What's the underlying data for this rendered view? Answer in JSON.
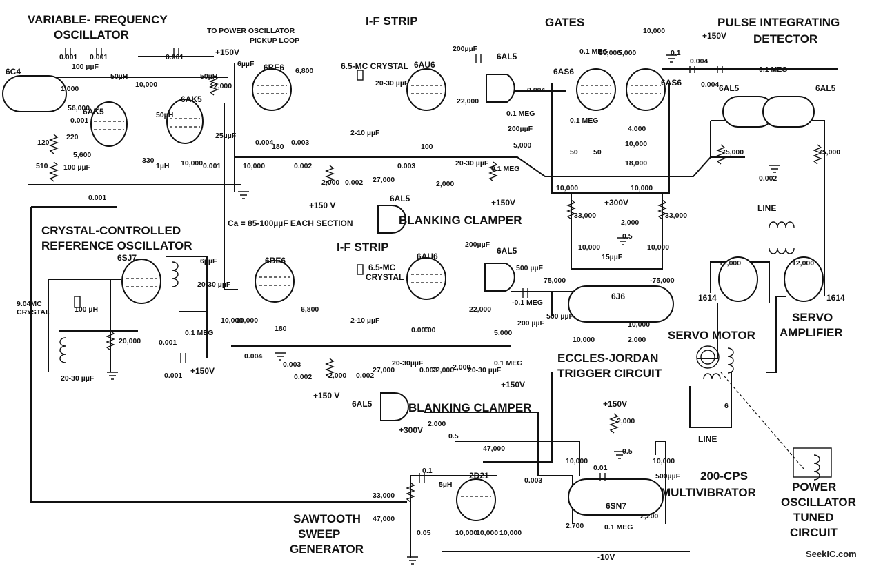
{
  "sections": {
    "vfo": "VARIABLE-FREQUENCY OSCILLATOR",
    "if_strip_1": "I-F STRIP",
    "gates": "GATES",
    "pulse_detector": "PULSE INTEGRATING DETECTOR",
    "crystal_ref": "CRYSTAL-CONTROLLED REFERENCE OSCILLATOR",
    "if_strip_2": "I-F STRIP",
    "blanking_clamper_1": "BLANKING CLAMPER",
    "blanking_clamper_2": "BLANKING CLAMPER",
    "eccles_jordan": "ECCLES-JORDAN TRIGGER CIRCUIT",
    "servo_motor": "SERVO MOTOR",
    "servo_amp": "SERVO AMPLIFIER",
    "sawtooth": "SAWTOOTH SWEEP GENERATOR",
    "multivibrator": "200-CPS MULTIVIBRATOR",
    "power_osc": "POWER OSCILLATOR TUNED CIRCUIT"
  },
  "notes": {
    "pickup": "TO POWER OSCILLATOR PICKUP LOOP",
    "ca": "Ca = 85-100µµF EACH SECTION",
    "crystal1": "6.5-MC CRYSTAL",
    "crystal2": "6.5-MC CRYSTAL",
    "ref_crystal": "9.04MC CRYSTAL",
    "line1": "LINE",
    "line2": "LINE"
  },
  "tubes": {
    "t6c4": "6C4",
    "t6ak5a": "6AK5",
    "t6ak5b": "6AK5",
    "t6be6a": "6BE6",
    "t6au6a": "6AU6",
    "t6al5a": "6AL5",
    "t6as6a": "6AS6",
    "t6as6b": "6AS6",
    "t6al5b": "6AL5",
    "t6al5c": "6AL5",
    "t6al5d": "6AL5",
    "t6sj7": "6SJ7",
    "t6be6b": "6BE6",
    "t6au6b": "6AU6",
    "t6al5e": "6AL5",
    "t6al5f": "6AL5",
    "t6j6": "6J6",
    "t1614a": "1614",
    "t1614b": "1614",
    "t2d21": "2D21",
    "t6sn7": "6SN7"
  },
  "supply": {
    "b150a": "+150V",
    "b150b": "+150V",
    "b150c": "+150 V",
    "b150d": "+150V",
    "b300a": "+300V",
    "b150e": "+150V",
    "b150f": "+150 V",
    "b150g": "+150V",
    "b300b": "+300V",
    "b150h": "+150V",
    "n10": "-10V"
  },
  "components": [
    {
      "text": "0.001"
    },
    {
      "text": "0.001"
    },
    {
      "text": "100 µµF"
    },
    {
      "text": "1,000"
    },
    {
      "text": "56,000"
    },
    {
      "text": "0.001"
    },
    {
      "text": "220"
    },
    {
      "text": "120"
    },
    {
      "text": "510"
    },
    {
      "text": "5,600"
    },
    {
      "text": "100 µµF"
    },
    {
      "text": "0.001"
    },
    {
      "text": "50µH"
    },
    {
      "text": "10,000"
    },
    {
      "text": "50µH"
    },
    {
      "text": "0.001"
    },
    {
      "text": "50µH"
    },
    {
      "text": "12,000"
    },
    {
      "text": "330"
    },
    {
      "text": "1µH"
    },
    {
      "text": "10,000"
    },
    {
      "text": "0.001"
    },
    {
      "text": "25µµF"
    },
    {
      "text": "6µµF"
    },
    {
      "text": "6,800"
    },
    {
      "text": "0.004"
    },
    {
      "text": "180"
    },
    {
      "text": "0.003"
    },
    {
      "text": "10,000"
    },
    {
      "text": "0.002"
    },
    {
      "text": "2,000"
    },
    {
      "text": "20-30 µµF"
    },
    {
      "text": "2-10 µµF"
    },
    {
      "text": "0.002"
    },
    {
      "text": "0.003"
    },
    {
      "text": "100"
    },
    {
      "text": "27,000"
    },
    {
      "text": "2,000"
    },
    {
      "text": "20-30 µµF"
    },
    {
      "text": "200µµF"
    },
    {
      "text": "22,000"
    },
    {
      "text": "0.1 MEG"
    },
    {
      "text": "200µµF"
    },
    {
      "text": "5,000"
    },
    {
      "text": "0.1 MEG"
    },
    {
      "text": "0.004"
    },
    {
      "text": "0.1 MEG"
    },
    {
      "text": "50,000"
    },
    {
      "text": "5,000"
    },
    {
      "text": "0.1 MEG"
    },
    {
      "text": "50"
    },
    {
      "text": "50"
    },
    {
      "text": "4,000"
    },
    {
      "text": "10,000"
    },
    {
      "text": "18,000"
    },
    {
      "text": "10,000"
    },
    {
      "text": "0.1"
    },
    {
      "text": "0.004"
    },
    {
      "text": "0.004"
    },
    {
      "text": "0.1 MEG"
    },
    {
      "text": "75,000"
    },
    {
      "text": "75,000"
    },
    {
      "text": "0.002"
    },
    {
      "text": "10,000"
    },
    {
      "text": "10,000"
    },
    {
      "text": "33,000"
    },
    {
      "text": "2,000"
    },
    {
      "text": "33,000"
    },
    {
      "text": "0.5"
    },
    {
      "text": "10,000"
    },
    {
      "text": "10,000"
    },
    {
      "text": "15µµF"
    },
    {
      "text": "75,000"
    },
    {
      "text": "-75,000"
    },
    {
      "text": "10,000"
    },
    {
      "text": "10,000"
    },
    {
      "text": "2,000"
    },
    {
      "text": "500 µµF"
    },
    {
      "text": "500 µµF"
    },
    {
      "text": "12,000"
    },
    {
      "text": "12,000"
    },
    {
      "text": "6"
    },
    {
      "text": "6µµF"
    },
    {
      "text": "20-30 µµF"
    },
    {
      "text": "100 µH"
    },
    {
      "text": "20,000"
    },
    {
      "text": "0.1 MEG"
    },
    {
      "text": "0.001"
    },
    {
      "text": "0.001"
    },
    {
      "text": "20-30 µµF"
    },
    {
      "text": "10,000"
    },
    {
      "text": "10,000"
    },
    {
      "text": "0.004"
    },
    {
      "text": "180"
    },
    {
      "text": "0.003"
    },
    {
      "text": "6,800"
    },
    {
      "text": "0.002"
    },
    {
      "text": "2,000"
    },
    {
      "text": "2-10 µµF"
    },
    {
      "text": "0.002"
    },
    {
      "text": "27,000"
    },
    {
      "text": "20-30µµF"
    },
    {
      "text": "0.003"
    },
    {
      "text": "100"
    },
    {
      "text": "0.003"
    },
    {
      "text": "22,000"
    },
    {
      "text": "2,000"
    },
    {
      "text": "22,000"
    },
    {
      "text": "20-30 µµF"
    },
    {
      "text": "200µµF"
    },
    {
      "text": "-0.1 MEG"
    },
    {
      "text": "200 µµF"
    },
    {
      "text": "5,000"
    },
    {
      "text": "0.1 MEG"
    },
    {
      "text": "2,000"
    },
    {
      "text": "0.5"
    },
    {
      "text": "47,000"
    },
    {
      "text": "0.1"
    },
    {
      "text": "5µH"
    },
    {
      "text": "33,000"
    },
    {
      "text": "47,000"
    },
    {
      "text": "0.05"
    },
    {
      "text": "10,000"
    },
    {
      "text": "10,000"
    },
    {
      "text": "10,000"
    },
    {
      "text": "0.003"
    },
    {
      "text": "2,000"
    },
    {
      "text": "0.5"
    },
    {
      "text": "10,000"
    },
    {
      "text": "10,000"
    },
    {
      "text": "0.01"
    },
    {
      "text": "500µµF"
    },
    {
      "text": "2,700"
    },
    {
      "text": "0.1 MEG"
    },
    {
      "text": "2,200"
    }
  ],
  "watermark": "SeekIC.com"
}
